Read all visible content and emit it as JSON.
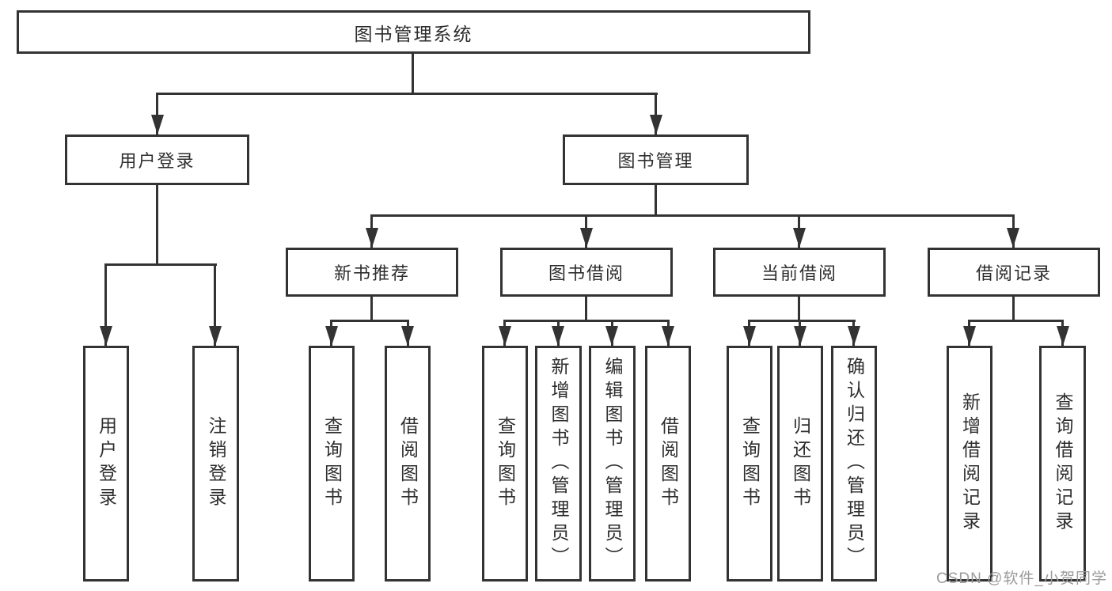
{
  "diagram": {
    "root_label": "图书管理系统",
    "branches": [
      {
        "label": "用户登录",
        "children": [
          {
            "label": "用户登录"
          },
          {
            "label": "注销登录"
          }
        ]
      },
      {
        "label": "图书管理",
        "children": [
          {
            "label": "新书推荐",
            "children": [
              {
                "label": "查询图书"
              },
              {
                "label": "借阅图书"
              }
            ]
          },
          {
            "label": "图书借阅",
            "children": [
              {
                "label": "查询图书"
              },
              {
                "label": "新增图书（管理员）"
              },
              {
                "label": "编辑图书（管理员）"
              },
              {
                "label": "借阅图书"
              }
            ]
          },
          {
            "label": "当前借阅",
            "children": [
              {
                "label": "查询图书"
              },
              {
                "label": "归还图书"
              },
              {
                "label": "确认归还（管理员）"
              }
            ]
          },
          {
            "label": "借阅记录",
            "children": [
              {
                "label": "新增借阅记录"
              },
              {
                "label": "查询借阅记录"
              }
            ]
          }
        ]
      }
    ]
  },
  "watermark": {
    "label": "CSDN @软件_小贺同学"
  },
  "colors": {
    "line": "#333333",
    "text": "#2e2e2e",
    "watermark": "#9b9b9b",
    "background": "#ffffff"
  }
}
